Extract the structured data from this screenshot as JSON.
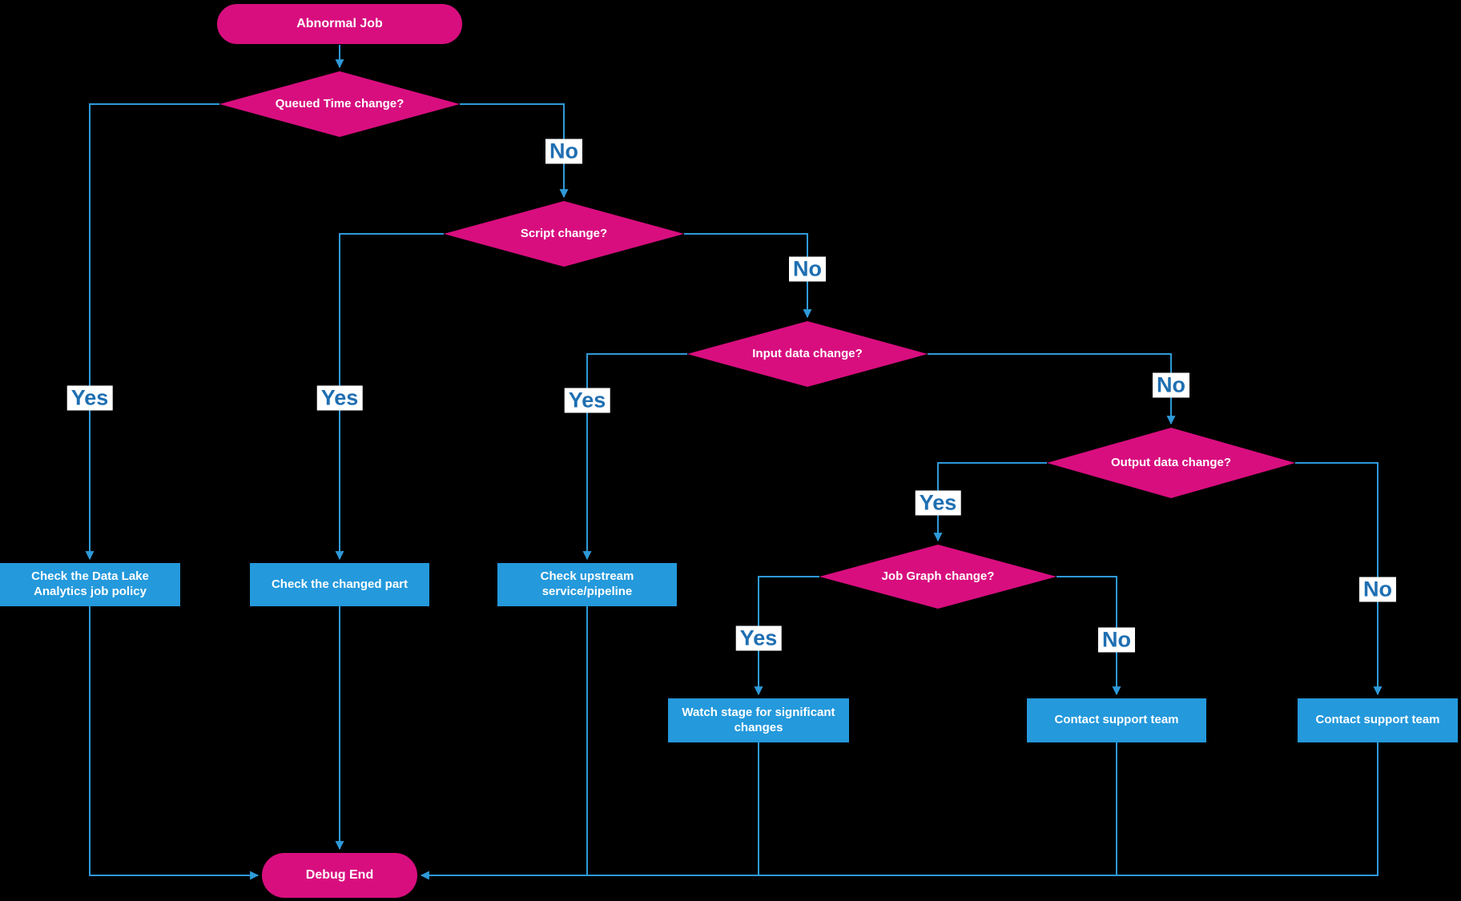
{
  "diagram": {
    "nodes": {
      "start": {
        "label": "Abnormal Job",
        "type": "terminator"
      },
      "queued": {
        "label": "Queued Time change?",
        "type": "decision"
      },
      "script": {
        "label": "Script change?",
        "type": "decision"
      },
      "input": {
        "label": "Input data change?",
        "type": "decision"
      },
      "output": {
        "label": "Output data change?",
        "type": "decision"
      },
      "jobgraph": {
        "label": "Job Graph change?",
        "type": "decision"
      },
      "policy": {
        "label": "Check the Data Lake Analytics job policy",
        "type": "process"
      },
      "changed": {
        "label": "Check the changed part",
        "type": "process"
      },
      "upstream": {
        "label": "Check upstream service/pipeline",
        "type": "process"
      },
      "watch": {
        "label": "Watch stage for significant changes",
        "type": "process"
      },
      "support1": {
        "label": "Contact support team",
        "type": "process"
      },
      "support2": {
        "label": "Contact support team",
        "type": "process"
      },
      "end": {
        "label": "Debug End",
        "type": "terminator"
      }
    },
    "edge_labels": {
      "queued_yes": "Yes",
      "queued_no": "No",
      "script_yes": "Yes",
      "script_no": "No",
      "input_yes": "Yes",
      "input_no": "No",
      "output_yes": "Yes",
      "output_no": "No",
      "jobgraph_yes": "Yes",
      "jobgraph_no": "No"
    }
  },
  "colors": {
    "bg": "#000000",
    "pink": "#d80e7f",
    "blue": "#2499dc",
    "line": "#2e9ad9",
    "label-text": "#1f6fb2",
    "label-bg": "#ffffff",
    "node-text": "#ffffff"
  }
}
